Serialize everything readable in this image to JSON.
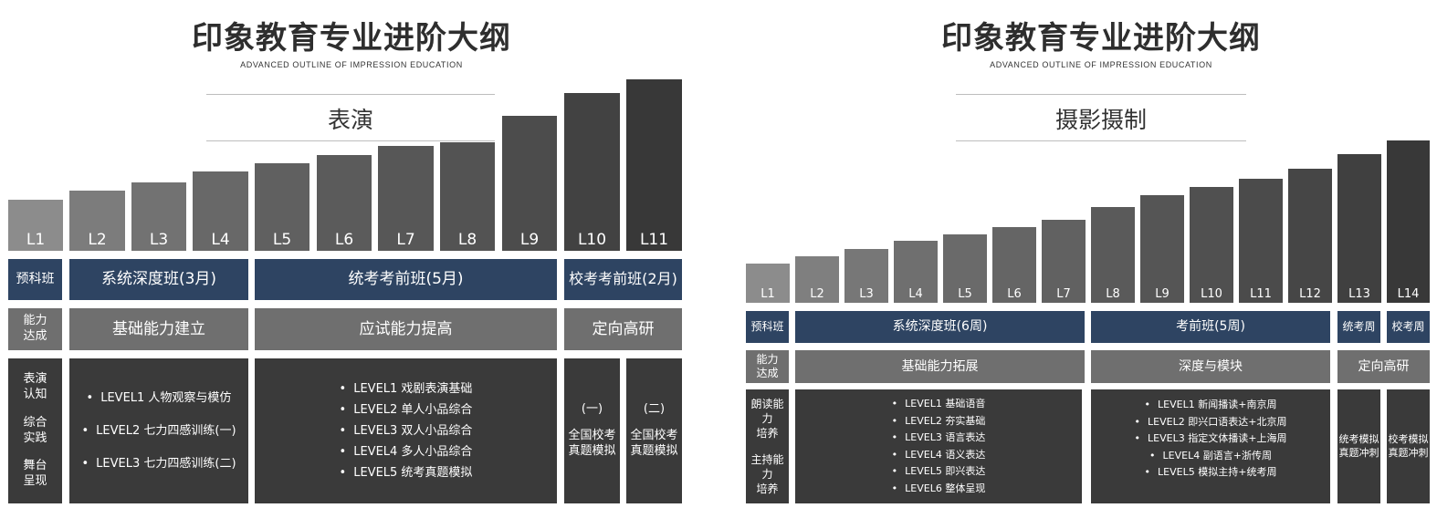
{
  "left": {
    "title": "印象教育专业进阶大纲",
    "subtitle": "ADVANCED OUTLINE OF IMPRESSION EDUCATION",
    "subject": "表演",
    "levels": [
      "L1",
      "L2",
      "L3",
      "L4",
      "L5",
      "L6",
      "L7",
      "L8",
      "L9",
      "L10",
      "L11"
    ],
    "row1": {
      "label": "预科班",
      "c1": "系统深度班(3月)",
      "c2": "统考考前班(5月)",
      "c3": "校考考前班(2月)"
    },
    "row2": {
      "label_a": "能力",
      "label_b": "达成",
      "c1": "基础能力建立",
      "c2": "应试能力提高",
      "c3": "定向高研"
    },
    "row3": {
      "label": [
        "表演",
        "认知",
        "综合",
        "实践",
        "舞台",
        "呈现"
      ],
      "c1": [
        "LEVEL1 人物观察与模仿",
        "LEVEL2 七力四感训练(一)",
        "LEVEL3 七力四感训练(二)"
      ],
      "c2": [
        "LEVEL1 戏剧表演基础",
        "LEVEL2 单人小品综合",
        "LEVEL3 双人小品综合",
        "LEVEL4 多人小品综合",
        "LEVEL5 统考真题模拟"
      ],
      "c3a": [
        "(一)",
        "全国校考",
        "真题模拟"
      ],
      "c3b": [
        "(二)",
        "全国校考",
        "真题模拟"
      ]
    }
  },
  "right": {
    "title": "印象教育专业进阶大纲",
    "subtitle": "ADVANCED OUTLINE OF IMPRESSION EDUCATION",
    "subject": "摄影摄制",
    "levels": [
      "L1",
      "L2",
      "L3",
      "L4",
      "L5",
      "L6",
      "L7",
      "L8",
      "L9",
      "L10",
      "L11",
      "L12",
      "L13",
      "L14"
    ],
    "row1": {
      "label": "预科班",
      "c1": "系统深度班(6周)",
      "c2": "考前班(5周)",
      "c3": "统考周",
      "c4": "校考周"
    },
    "row2": {
      "label_a": "能力",
      "label_b": "达成",
      "c1": "基础能力拓展",
      "c2": "深度与模块",
      "c3": "定向高研"
    },
    "row3": {
      "label": [
        "朗读能力",
        "培养",
        "主持能力",
        "培养"
      ],
      "c1": [
        "LEVEL1 基础语音",
        "LEVEL2 夯实基础",
        "LEVEL3 语言表达",
        "LEVEL4 语义表达",
        "LEVEL5 即兴表达",
        "LEVEL6 整体呈现"
      ],
      "c2": [
        "LEVEL1 新闻播读+南京周",
        "LEVEL2 即兴口语表达+北京周",
        "LEVEL3 指定文体播读+上海周",
        "LEVEL4 副语言+浙传周",
        "LEVEL5 模拟主持+统考周"
      ],
      "c3": [
        "统考模拟",
        "真题冲刺"
      ],
      "c4": [
        "校考模拟",
        "真题冲刺"
      ]
    }
  }
}
